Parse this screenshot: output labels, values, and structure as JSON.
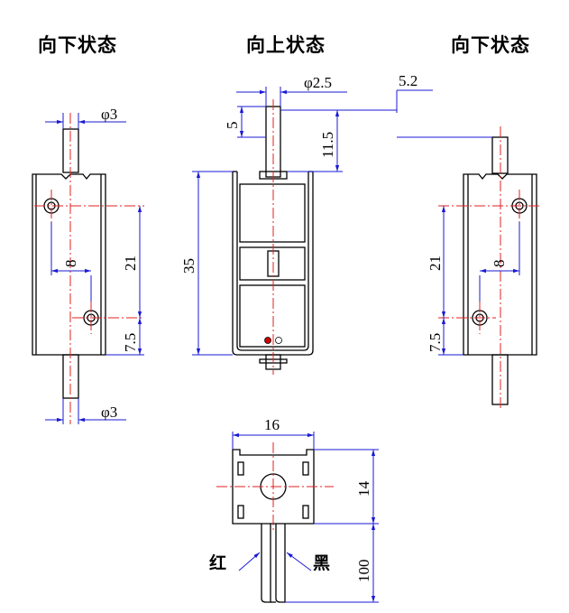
{
  "titles": {
    "left": "向下状态",
    "center": "向上状态",
    "right": "向下状态"
  },
  "dimensions": {
    "left_top_dia": "φ3",
    "left_bottom_dia": "φ3",
    "left_hole_spacing": "8",
    "left_height": "21",
    "left_offset": "7.5",
    "center_rod_dia": "φ2.5",
    "center_stroke": "5.2",
    "center_rod_top": "5",
    "center_rod_len": "11.5",
    "center_height": "35",
    "right_height": "21",
    "right_hole_spacing": "8",
    "right_offset": "7.5",
    "bottom_width": "16",
    "bottom_height": "14",
    "lead_length": "100"
  },
  "wires": {
    "red": "红",
    "black": "黑"
  },
  "colors": {
    "dimension": "#1a1ad6",
    "centerline": "#e02020",
    "outline": "#000000",
    "marker": "#cc0000"
  }
}
